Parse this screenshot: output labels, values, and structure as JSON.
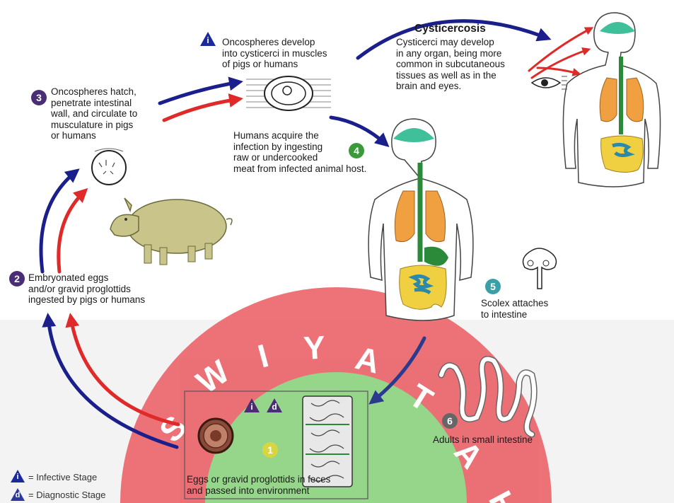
{
  "title": "Cysticercosis",
  "stages": {
    "s1": {
      "num": "1",
      "color": "#d8d640",
      "text": [
        "Eggs or gravid proglottids in feces",
        "and passed into environment"
      ]
    },
    "s2": {
      "num": "2",
      "color": "#4a2d74",
      "text": [
        "Embryonated eggs",
        "and/or gravid proglottids",
        "ingested by pigs or humans"
      ]
    },
    "s3": {
      "num": "3",
      "color": "#4a2d74",
      "text": [
        "Oncospheres hatch,",
        "penetrate intestinal",
        "wall, and circulate to",
        "musculature in pigs",
        "or humans"
      ]
    },
    "s4": {
      "num": "4",
      "color": "#3a9a3a",
      "text": [
        "Humans acquire the",
        "infection by ingesting",
        "raw or undercooked",
        "meat from infected animal host."
      ]
    },
    "s5": {
      "num": "5",
      "color": "#3aa0a8",
      "text": [
        "Scolex attaches",
        "to intestine"
      ]
    },
    "s6": {
      "num": "6",
      "color": "#666666",
      "text": [
        "Adults in small intestine"
      ]
    },
    "cyst": {
      "symbol": "i",
      "text": [
        "Oncospheres develop",
        "into cysticerci in muscles",
        "of pigs or humans"
      ]
    },
    "cysticercosis": {
      "text": [
        "Cysticerci may develop",
        "in any organ, being more",
        "common in subcutaneous",
        "tissues as well as in the",
        "brain and eyes."
      ]
    }
  },
  "legend": {
    "infective": {
      "symbol": "i",
      "label": "= Infective Stage"
    },
    "diagnostic": {
      "symbol": "d",
      "label": "= Diagnostic Stage"
    }
  },
  "watermark": "SWIYATA",
  "colors": {
    "blue_arrow": "#1a1f8c",
    "red_arrow": "#e02a2a",
    "triangle": "#1a2a9a",
    "triangle_purple": "#4a2d74",
    "watermark_red": "#ea5a60",
    "watermark_green": "#86d27a"
  },
  "icons": [
    "cyst-icon",
    "egg-icon",
    "pig-icon",
    "eye-icon",
    "human-body-icon",
    "scolex-icon",
    "tapeworm-icon",
    "proglottid-icon"
  ]
}
